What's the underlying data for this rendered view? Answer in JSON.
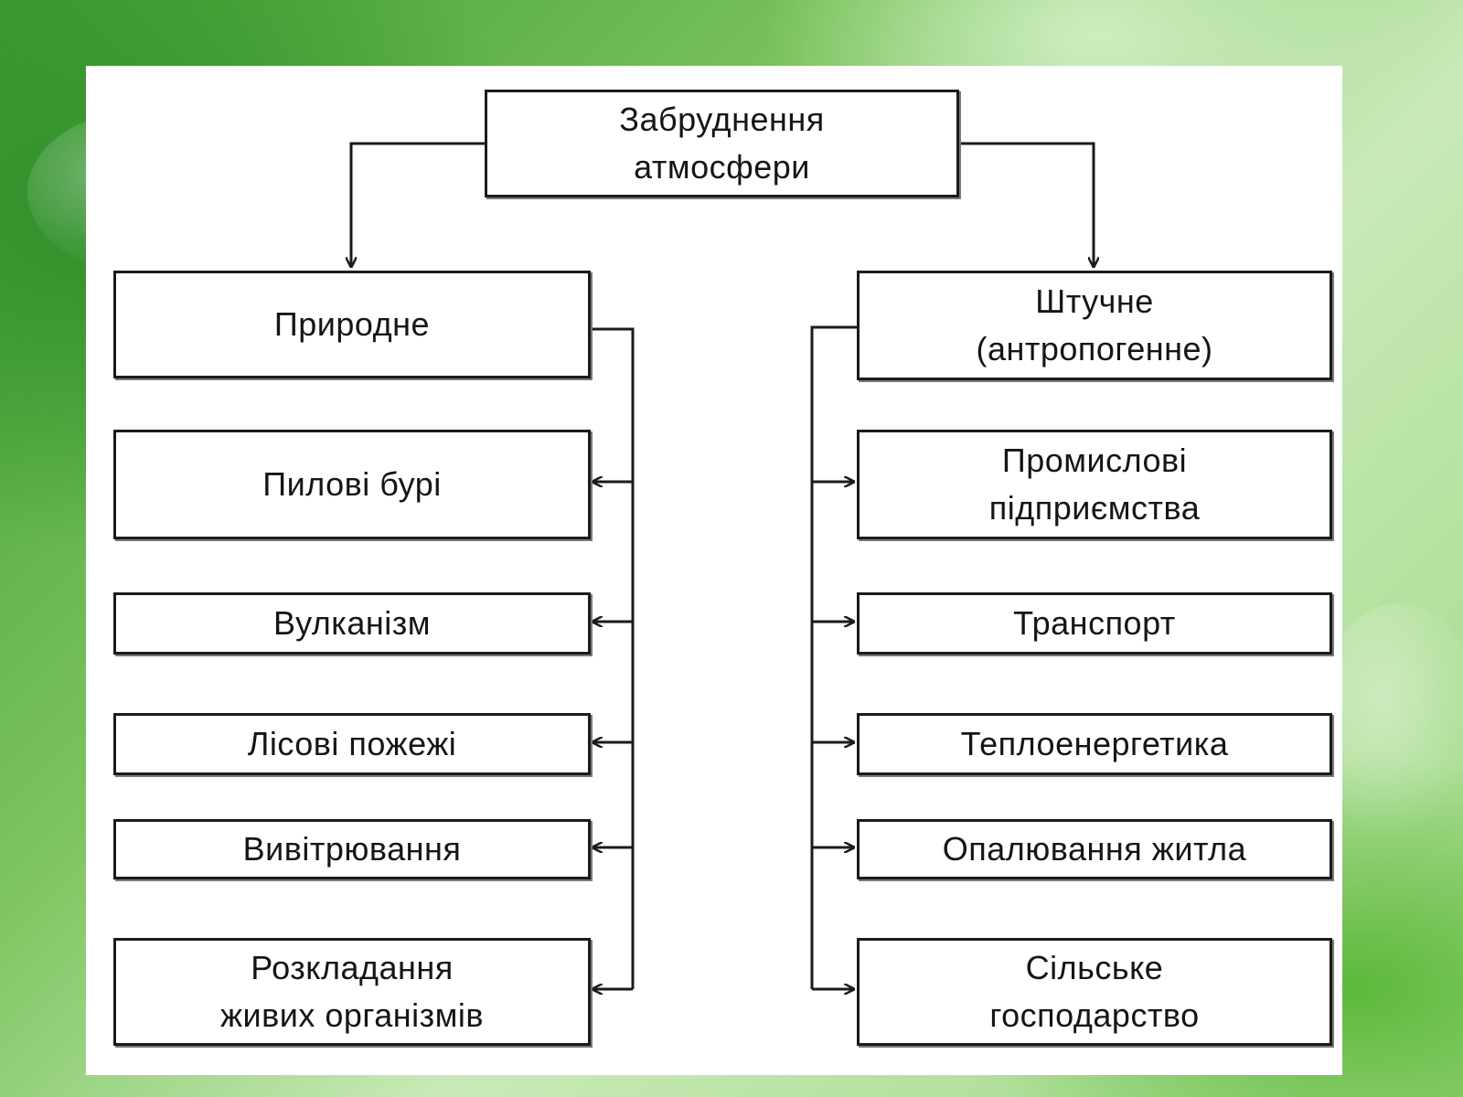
{
  "diagram": {
    "root": {
      "text": "Забруднення\nатмосфери"
    },
    "natural": {
      "title": "Природне",
      "items": [
        "Пилові бурі",
        "Вулканізм",
        "Лісові пожежі",
        "Вивітрювання",
        "Розкладання\nживих організмів"
      ]
    },
    "artificial": {
      "title": "Штучне\n(антропогенне)",
      "items": [
        "Промислові\nпідприємства",
        "Транспорт",
        "Теплоенергетика",
        "Опалювання житла",
        "Сільське\nгосподарство"
      ]
    }
  },
  "colors": {
    "box_border": "#1b1b1b",
    "text": "#151515",
    "background_green": "#5cb83a"
  }
}
